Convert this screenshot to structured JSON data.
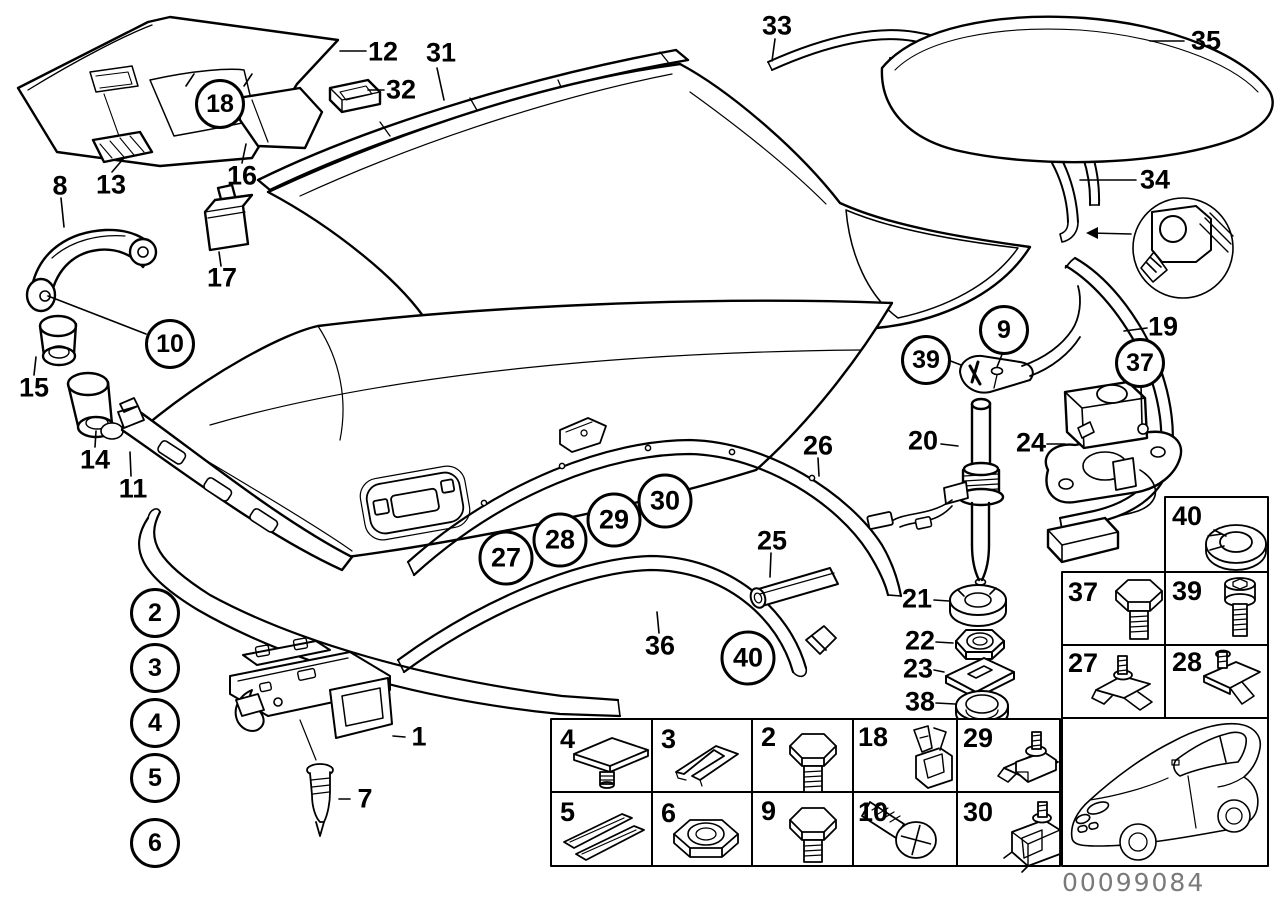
{
  "figure_code": "00099084",
  "colors": {
    "line": "#000000",
    "background": "#ffffff",
    "code_text": "#7a7a7a"
  },
  "callouts": {
    "1": "1",
    "2": "2",
    "3": "3",
    "4": "4",
    "5": "5",
    "6": "6",
    "7": "7",
    "8": "8",
    "9": "9",
    "10": "10",
    "11": "11",
    "12": "12",
    "13": "13",
    "14": "14",
    "15": "15",
    "16": "16",
    "17": "17",
    "18": "18",
    "19": "19",
    "20": "20",
    "21": "21",
    "22": "22",
    "23": "23",
    "24": "24",
    "25": "25",
    "26": "26",
    "27": "27",
    "28": "28",
    "29": "29",
    "30": "30",
    "31": "31",
    "32": "32",
    "33": "33",
    "34": "34",
    "35": "35",
    "36": "36",
    "37": "37",
    "38": "38",
    "39": "39",
    "40": "40"
  },
  "circled_callouts": [
    "2",
    "3",
    "4",
    "5",
    "6",
    "9",
    "10",
    "18",
    "27",
    "28",
    "29",
    "30",
    "37",
    "39",
    "40"
  ],
  "grid_bottom": {
    "cells": [
      {
        "num": "4",
        "icon": "stud-pad-icon"
      },
      {
        "num": "3",
        "icon": "u-shim-icon"
      },
      {
        "num": "2",
        "icon": "hex-bolt-icon"
      },
      {
        "num": "18",
        "icon": "spring-clip-icon"
      },
      {
        "num": "29",
        "icon": "clamp-bracket-icon"
      },
      {
        "num": "5",
        "icon": "rail-shim-icon"
      },
      {
        "num": "6",
        "icon": "hex-nut-icon"
      },
      {
        "num": "9",
        "icon": "hex-bolt-icon"
      },
      {
        "num": "10",
        "icon": "phillips-screw-icon"
      },
      {
        "num": "30",
        "icon": "cage-clamp-icon"
      }
    ]
  },
  "grid_right": {
    "cells": [
      {
        "num": "40",
        "icon": "slotted-ring-icon"
      },
      {
        "num": "37",
        "icon": "hex-bolt-icon"
      },
      {
        "num": "39",
        "icon": "socket-head-screw-icon"
      },
      {
        "num": "27",
        "icon": "clip-stud-icon"
      },
      {
        "num": "28",
        "icon": "clip-stud-icon"
      }
    ],
    "car_icon": "car-three-quarter-icon"
  },
  "detail_inset": {
    "icon": "seal-cross-section-icon"
  }
}
